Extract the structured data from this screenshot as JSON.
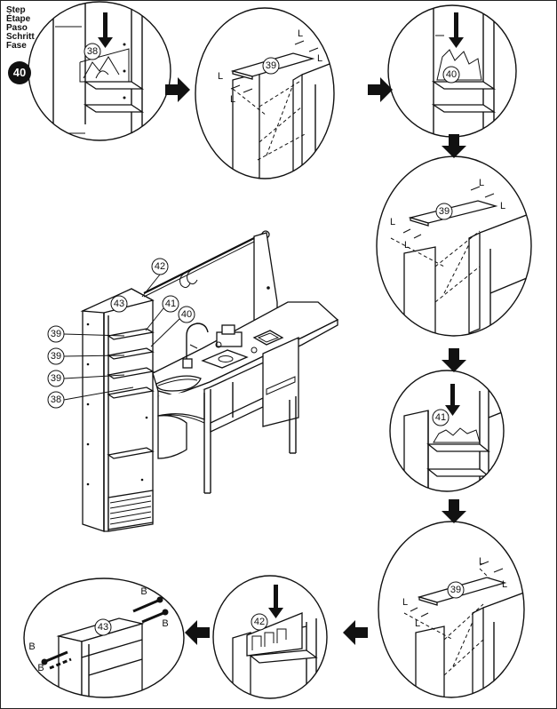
{
  "step_labels": [
    "Step",
    "Étape",
    "Paso",
    "Schritt",
    "Fase"
  ],
  "step_number": "40",
  "parts": {
    "p38": "38",
    "p39": "39",
    "p40": "40",
    "p41": "41",
    "p42": "42",
    "p43": "43"
  },
  "hardware": {
    "L": "L",
    "B": "B"
  }
}
